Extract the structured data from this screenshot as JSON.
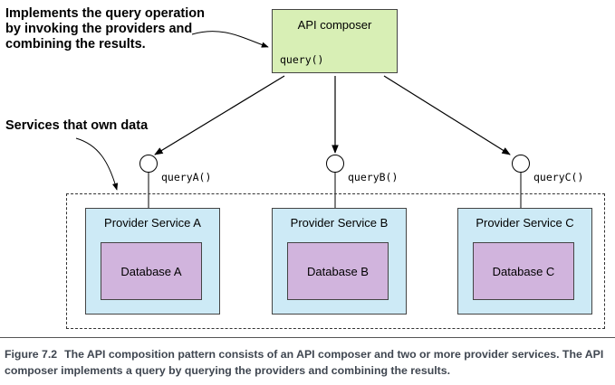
{
  "annotations": {
    "composer_note_lines": [
      "Implements the query operation",
      "by invoking the providers and",
      "combining the results."
    ],
    "services_note": "Services that own data"
  },
  "composer": {
    "title": "API composer",
    "method": "query()"
  },
  "providers": [
    {
      "name": "Provider Service A",
      "database": "Database A",
      "interface": "queryA()"
    },
    {
      "name": "Provider Service B",
      "database": "Database B",
      "interface": "queryB()"
    },
    {
      "name": "Provider Service C",
      "database": "Database C",
      "interface": "queryC()"
    }
  ],
  "caption": {
    "figure": "Figure 7.2",
    "text": "The API composition pattern consists of an API composer and two or more provider services. The API composer implements a query by querying the providers and combining the results."
  },
  "colors": {
    "composer_fill": "#d8efb5",
    "service_fill": "#cdeaf6",
    "database_fill": "#d1b4dd",
    "caption_text": "#3f4650"
  }
}
